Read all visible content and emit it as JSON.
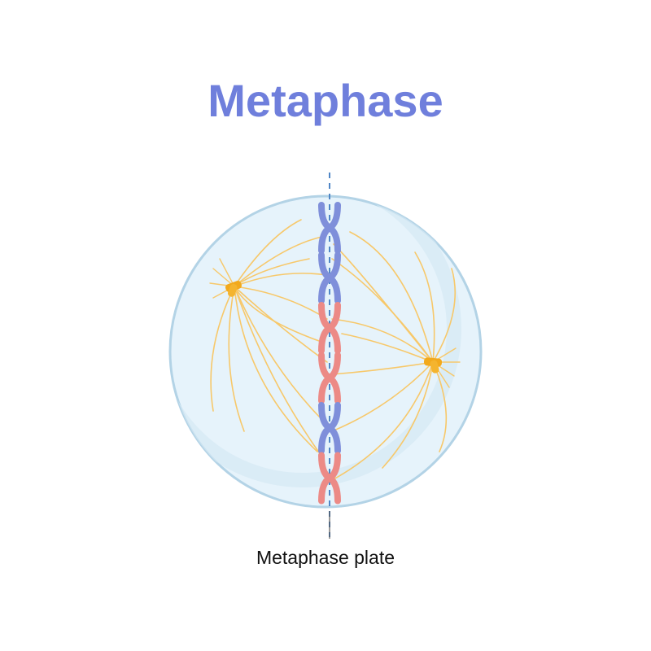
{
  "diagram": {
    "title": "Metaphase",
    "label": "Metaphase plate",
    "chromosomes": [
      {
        "color": "blue"
      },
      {
        "color": "blue"
      },
      {
        "color": "red"
      },
      {
        "color": "red"
      },
      {
        "color": "blue"
      },
      {
        "color": "red"
      }
    ],
    "colors": {
      "title": "#6f7fdc",
      "cell_fill": "#e6f3fb",
      "cell_stroke": "#b3d3e6",
      "chromosome_blue": "#7f8fda",
      "chromosome_red": "#ec8a86",
      "centrosome": "#f2a91c",
      "spindle_fiber": "#f7c86a",
      "plate_line": "#4f86c6"
    },
    "icons": [
      "centrosome-icon",
      "chromosome-icon"
    ]
  }
}
